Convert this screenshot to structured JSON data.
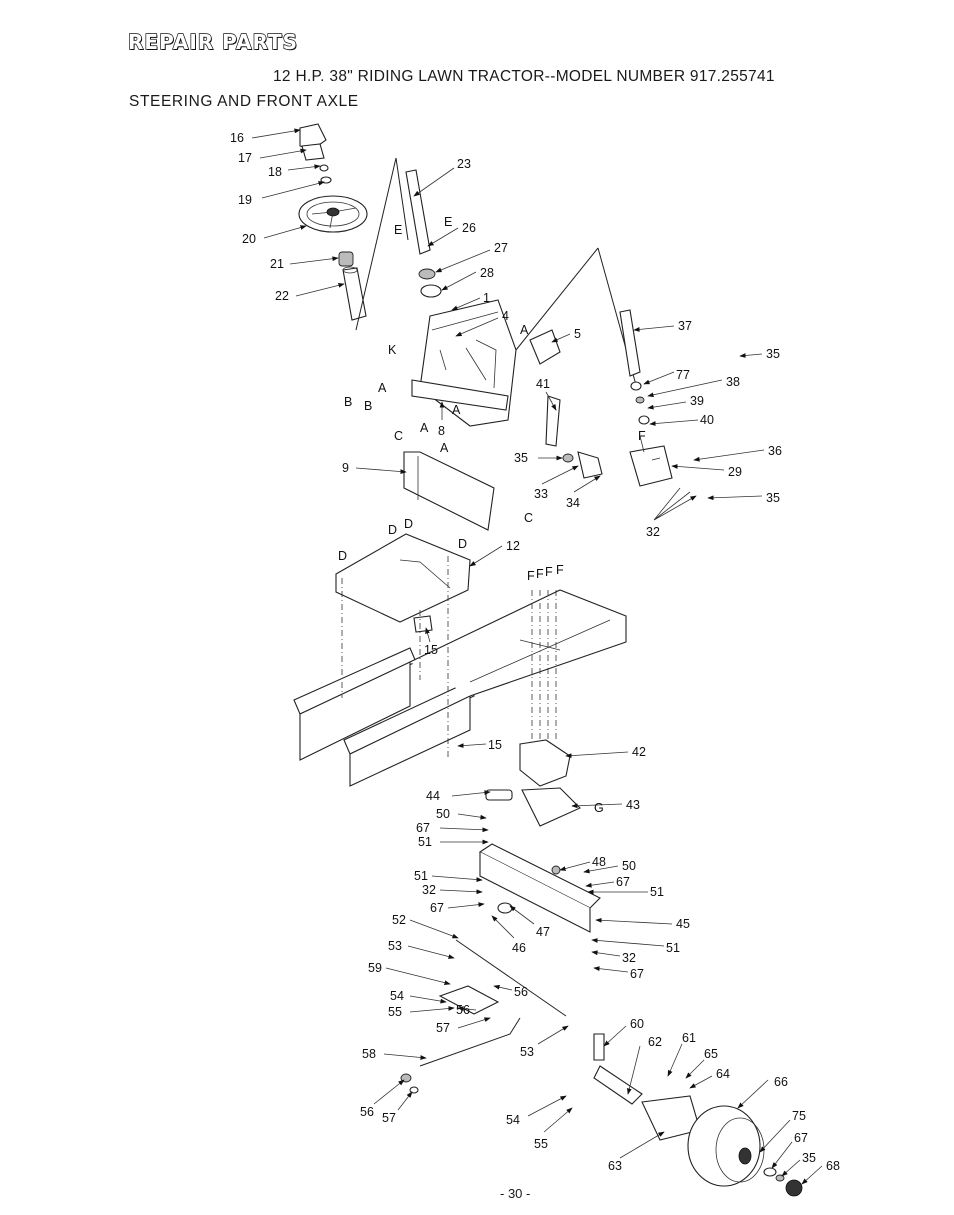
{
  "header": {
    "title": "REPAIR PARTS",
    "model_line": "12 H.P. 38\" RIDING LAWN TRACTOR--MODEL NUMBER 917.255741",
    "section": "STEERING AND FRONT AXLE"
  },
  "footer": {
    "page_number": "- 30 -"
  },
  "callouts": {
    "c16": "16",
    "c17": "17",
    "c18": "18",
    "c19": "19",
    "c20": "20",
    "c21": "21",
    "c22": "22",
    "c23": "23",
    "c26": "26",
    "c27": "27",
    "c28": "28",
    "c1": "1",
    "c4": "4",
    "c5": "5",
    "c37": "37",
    "c35a": "35",
    "c77": "77",
    "c38": "38",
    "c39": "39",
    "c40": "40",
    "c41": "41",
    "c36": "36",
    "c29": "29",
    "c35b": "35",
    "c35c": "35",
    "c33": "33",
    "c34": "34",
    "c32a": "32",
    "c9": "9",
    "c8": "8",
    "c12": "12",
    "c15a": "15",
    "c15b": "15",
    "c42": "42",
    "c44": "44",
    "c43": "43",
    "c50a": "50",
    "c67a": "67",
    "c51a": "51",
    "c48": "48",
    "c50b": "50",
    "c67b": "67",
    "c51b": "51",
    "c51c": "51",
    "c32b": "32",
    "c67c": "67",
    "c45": "45",
    "c52": "52",
    "c47": "47",
    "c46": "46",
    "c51d": "51",
    "c32c": "32",
    "c67d": "67",
    "c53a": "53",
    "c59": "59",
    "c54a": "54",
    "c56a": "56",
    "c55a": "55",
    "c56b": "56",
    "c57a": "57",
    "c58": "58",
    "c53b": "53",
    "c60": "60",
    "c61": "61",
    "c62": "62",
    "c65": "65",
    "c64": "64",
    "c66": "66",
    "c56c": "56",
    "c57b": "57",
    "c54b": "54",
    "c55b": "55",
    "c63": "63",
    "c75": "75",
    "c67e": "67",
    "c35d": "35",
    "c68": "68"
  },
  "refs": {
    "E1": "E",
    "E2": "E",
    "K": "K",
    "A1": "A",
    "A2": "A",
    "A3": "A",
    "A4": "A",
    "A5": "A",
    "B1": "B",
    "B2": "B",
    "C1": "C",
    "C2": "C",
    "D1": "D",
    "D2": "D",
    "D3": "D",
    "D4": "D",
    "F0": "F",
    "F1": "F",
    "F2": "F",
    "F3": "F",
    "F4": "F",
    "G": "G"
  }
}
